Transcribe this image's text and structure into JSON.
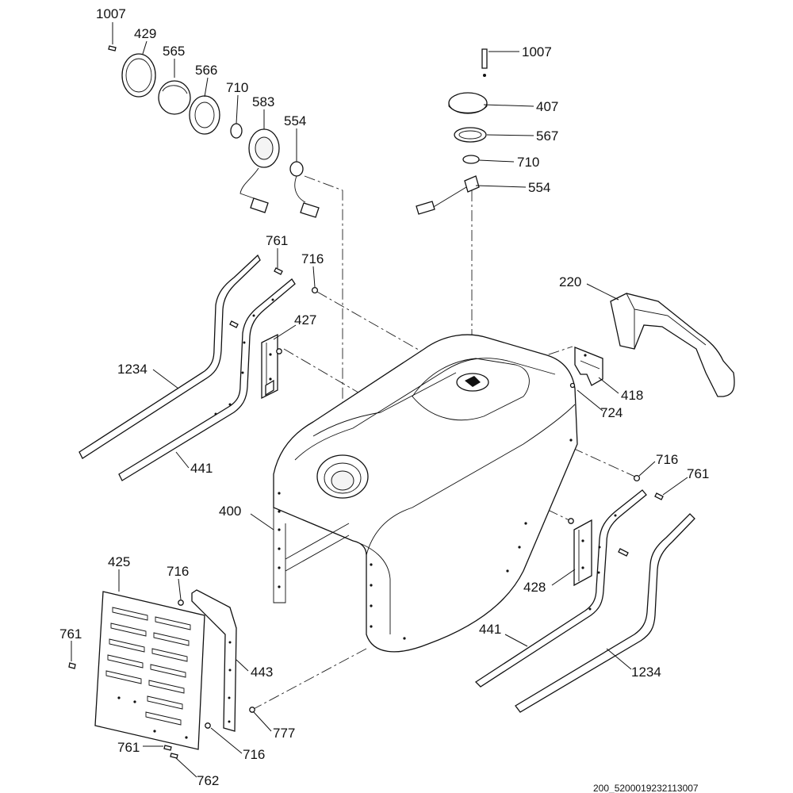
{
  "colors": {
    "line": "#111111",
    "background": "#ffffff"
  },
  "labels": {
    "l1007a": "1007",
    "l429": "429",
    "l565": "565",
    "l566": "566",
    "l710a": "710",
    "l583": "583",
    "l554a": "554",
    "l1007b": "1007",
    "l407": "407",
    "l567": "567",
    "l710b": "710",
    "l554b": "554",
    "l761a": "761",
    "l716a": "716",
    "l427": "427",
    "l1234a": "1234",
    "l441a": "441",
    "l220": "220",
    "l418": "418",
    "l724": "724",
    "l400": "400",
    "l716b": "716",
    "l761b": "761",
    "l428": "428",
    "l441b": "441",
    "l1234b": "1234",
    "l425": "425",
    "l716c": "716",
    "l761c": "761",
    "l443": "443",
    "l777": "777",
    "l761d": "761",
    "l716d": "716",
    "l762": "762"
  },
  "footer": {
    "code": "200_5200019232113007"
  }
}
